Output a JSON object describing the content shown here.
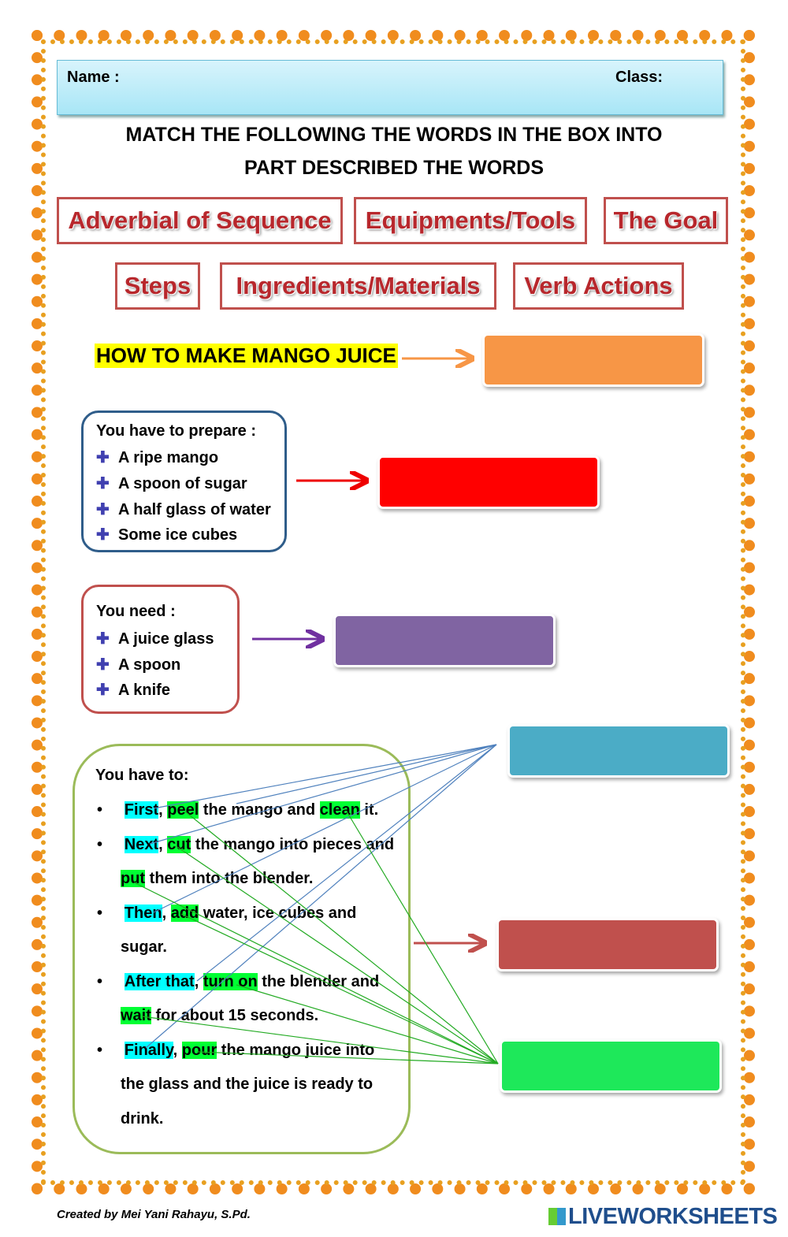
{
  "header": {
    "name_label": "Name :",
    "class_label": "Class:"
  },
  "title": {
    "line1": "MATCH THE FOLLOWING THE WORDS IN THE BOX INTO",
    "line2": "PART DESCRIBED THE WORDS"
  },
  "word_bank": [
    "Adverbial of Sequence",
    "Equipments/Tools",
    "The Goal",
    "Steps",
    "Ingredients/Materials",
    "Verb Actions"
  ],
  "goal_text": "HOW TO MAKE MANGO JUICE",
  "ingredients": {
    "heading": "You have to prepare :",
    "items": [
      "A ripe mango",
      "A spoon of sugar",
      "A half glass of water",
      "Some ice cubes"
    ]
  },
  "tools": {
    "heading": "You need :",
    "items": [
      "A juice glass",
      "A spoon",
      "A knife"
    ]
  },
  "steps": {
    "heading": "You have to:",
    "s1": {
      "adv": "First",
      "verb1": "peel",
      "mid": "the mango and",
      "verb2": "clean",
      "end": "it."
    },
    "s2": {
      "adv": "Next",
      "verb1": "cut",
      "mid": "the mango into pieces and",
      "verb2": "put",
      "end": "them into the blender."
    },
    "s3": {
      "adv": "Then",
      "verb1": "add",
      "end1": "water, ice cubes and",
      "end2": "sugar."
    },
    "s4": {
      "adv": "After that",
      "verb1": "turn on",
      "mid": "the blender and",
      "verb2": "wait",
      "end": "for about 15 seconds."
    },
    "s5": {
      "adv": "Finally",
      "verb1": "pour",
      "end1": "the mango juice into",
      "end2": "the glass and the juice is ready to",
      "end3": "drink."
    }
  },
  "drop_colors": {
    "goal": "#f79646",
    "ingredients": "#ff0000",
    "tools": "#8064a2",
    "adverbs": "#4bacc6",
    "steps": "#c0504d",
    "verbs": "#1ee85a"
  },
  "footer": {
    "credit": "Created by Mei Yani Rahayu, S.Pd.",
    "brand": "LIVEWORKSHEETS"
  }
}
